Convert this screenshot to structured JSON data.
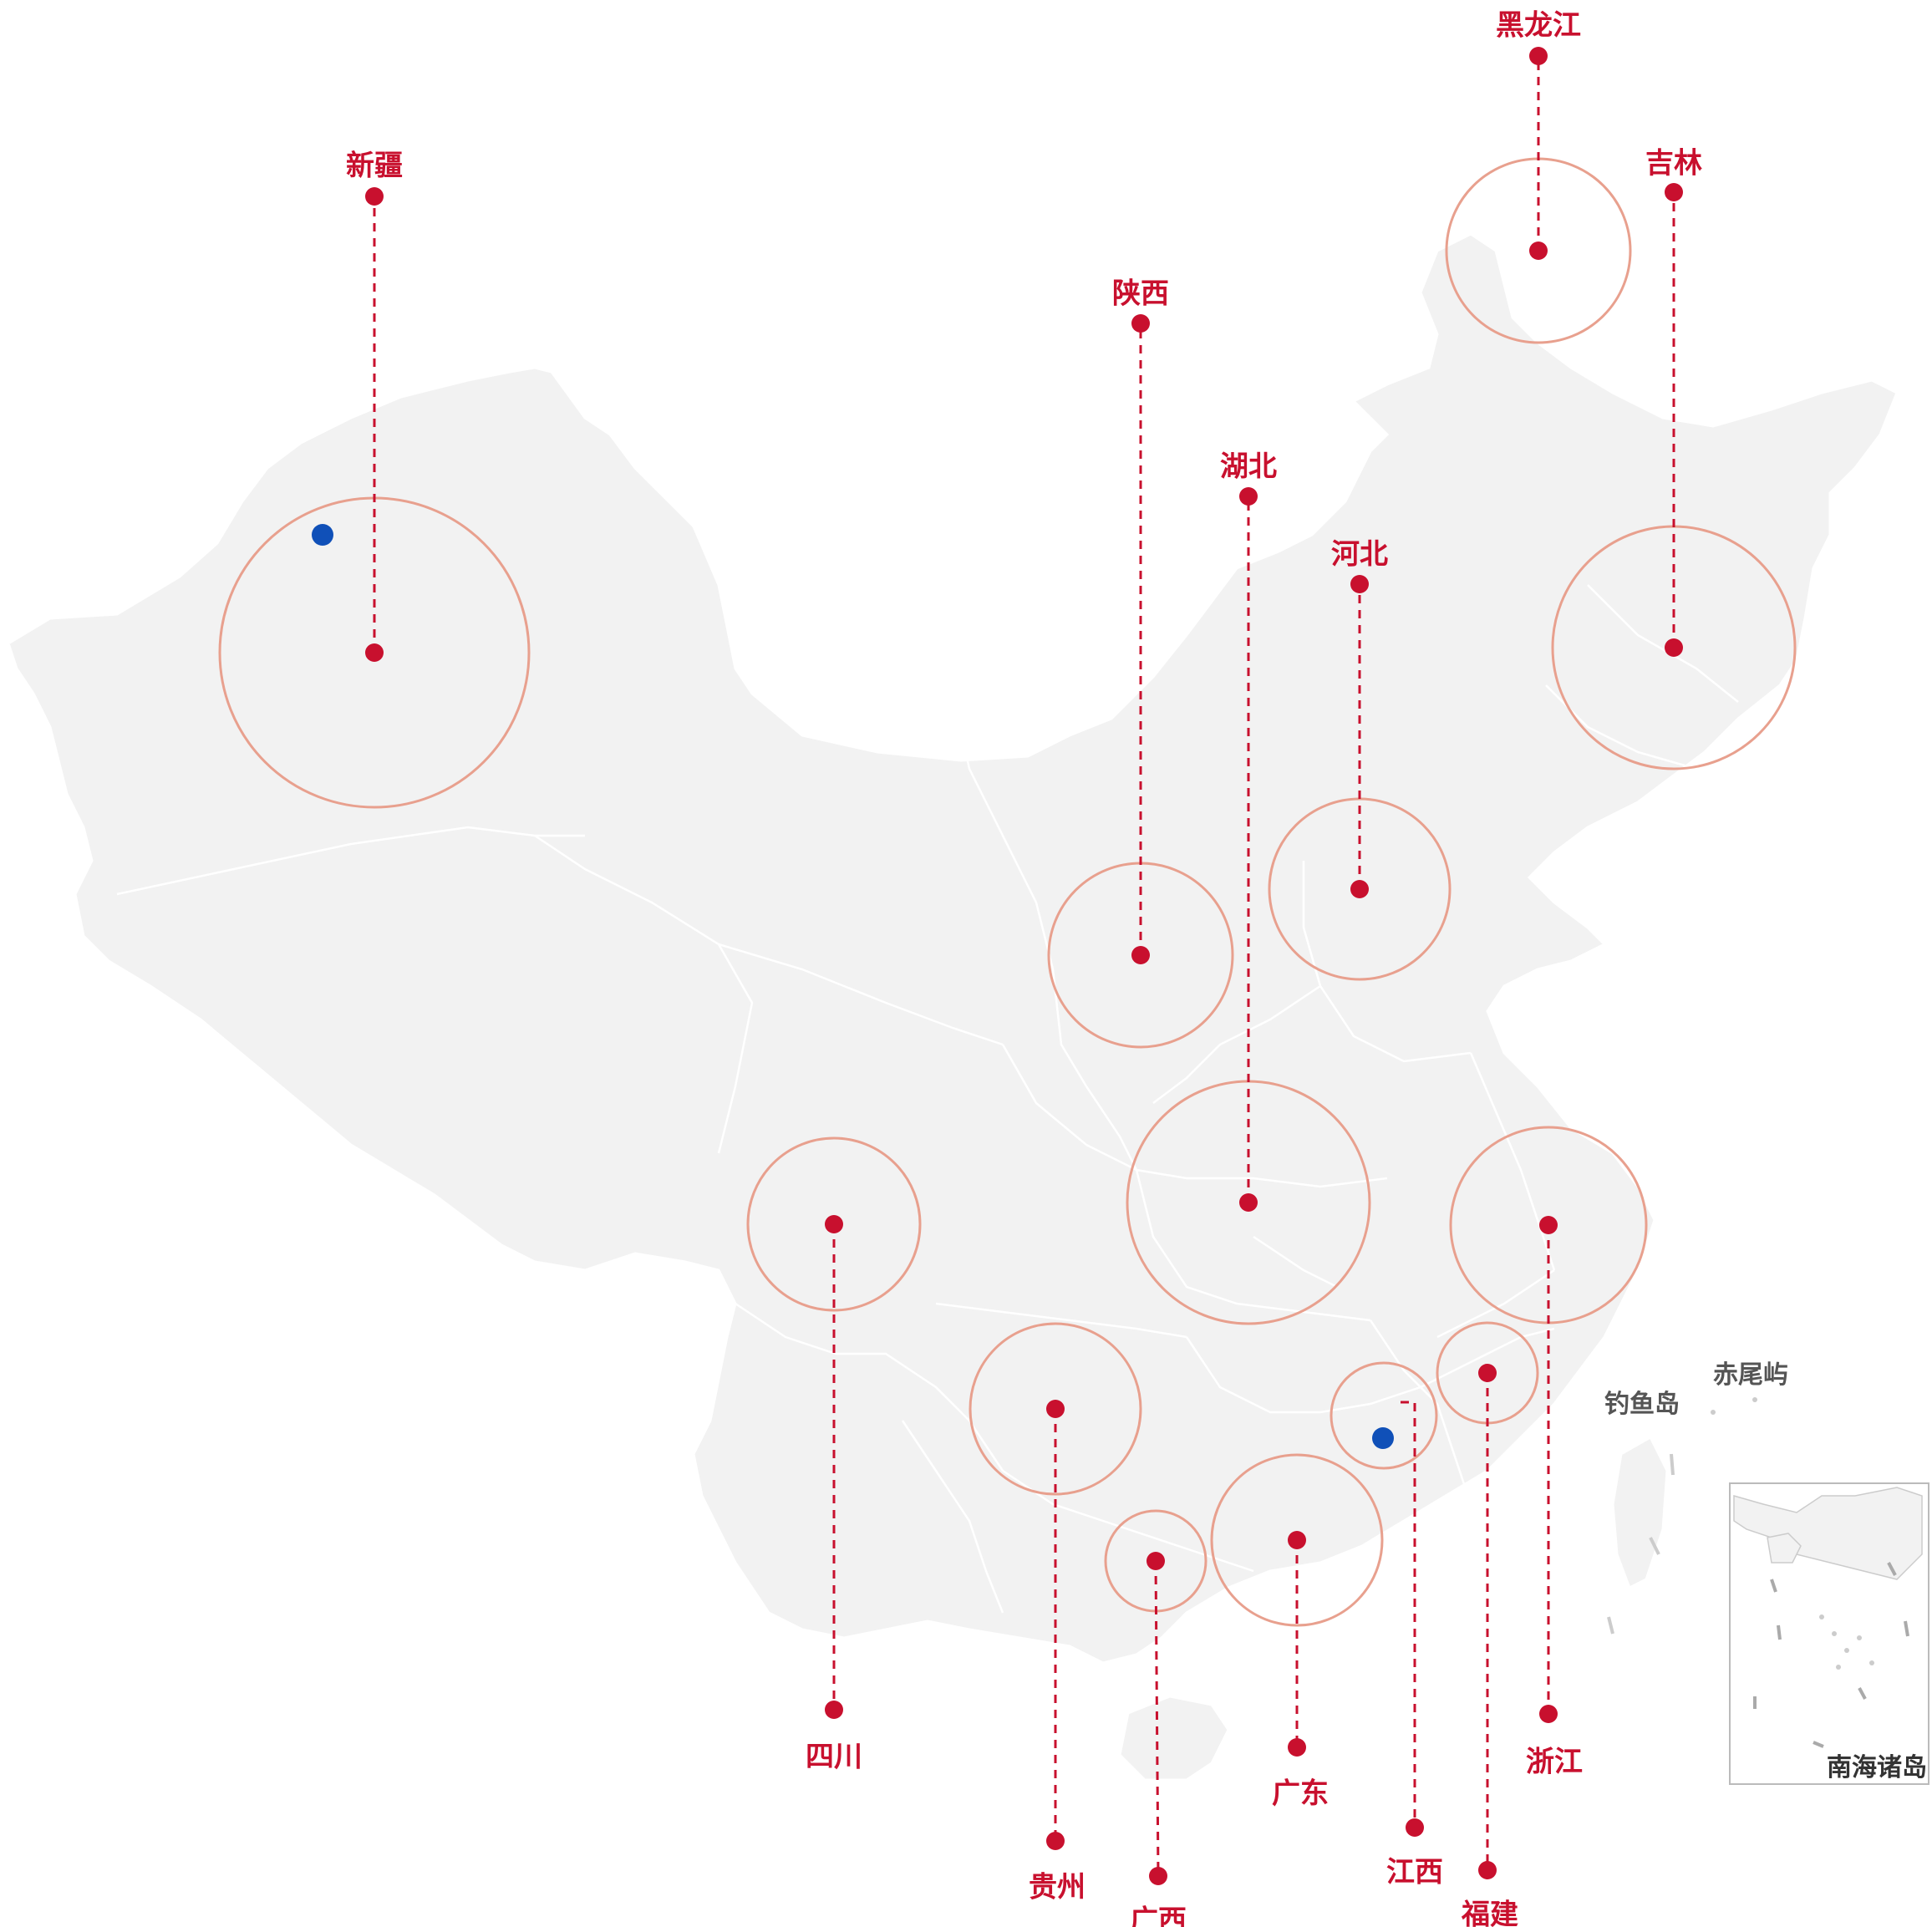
{
  "colors": {
    "accent": "#c8102e",
    "ring": "#e8a08e",
    "land": "#f2f2f2",
    "secondary_marker": "#1050b8"
  },
  "provinces": [
    {
      "id": "xinjiang",
      "name": "新疆"
    },
    {
      "id": "heilongjiang",
      "name": "黑龙江"
    },
    {
      "id": "jilin",
      "name": "吉林"
    },
    {
      "id": "shaanxi",
      "name": "陕西"
    },
    {
      "id": "hubei",
      "name": "湖北"
    },
    {
      "id": "hebei",
      "name": "河北"
    },
    {
      "id": "sichuan",
      "name": "四川"
    },
    {
      "id": "zhejiang",
      "name": "浙江"
    },
    {
      "id": "guizhou",
      "name": "贵州"
    },
    {
      "id": "guangxi",
      "name": "广西"
    },
    {
      "id": "guangdong",
      "name": "广东"
    },
    {
      "id": "jiangxi",
      "name": "江西"
    },
    {
      "id": "fujian",
      "name": "福建"
    }
  ],
  "islands": {
    "diaoyu": "钓鱼岛",
    "chiwei": "赤尾屿"
  },
  "inset": {
    "label": "南海诸岛"
  }
}
